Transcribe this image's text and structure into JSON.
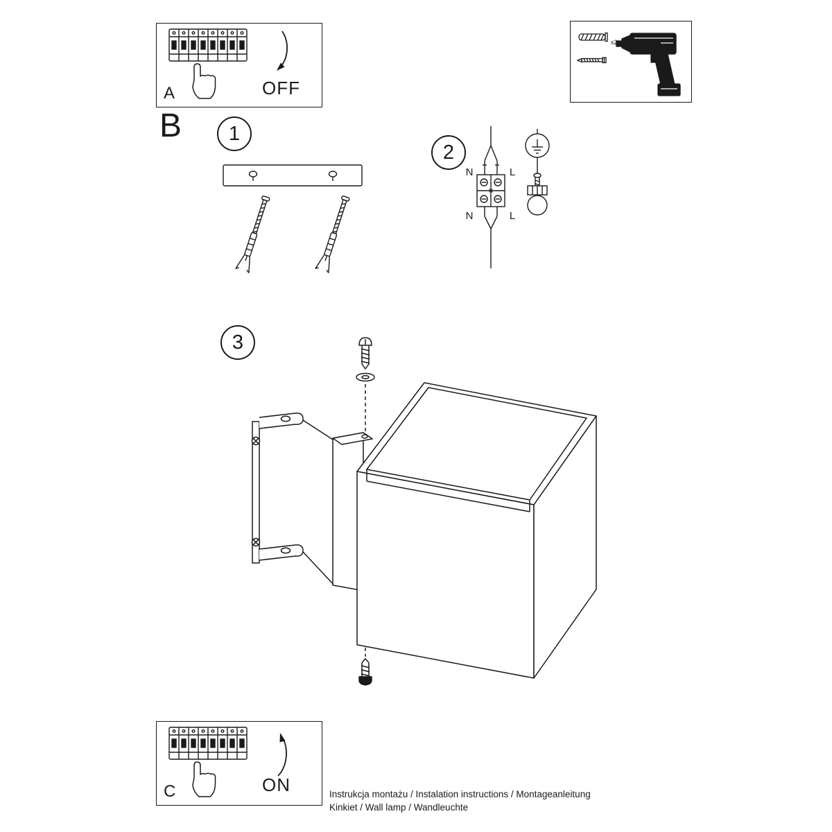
{
  "document": {
    "footer_line1": "Instrukcja montażu / Instalation instructions / Montageanleitung",
    "footer_line2": "Kinkiet / Wall lamp / Wandleuchte"
  },
  "panel_a": {
    "label": "A",
    "state_label": "OFF"
  },
  "panel_c": {
    "label": "C",
    "state_label": "ON"
  },
  "section": {
    "label": "B"
  },
  "steps": {
    "one": "1",
    "two": "2",
    "three": "3"
  },
  "tools": {
    "anchor_count": "x2"
  },
  "wiring": {
    "n_top": "N",
    "l_top": "L",
    "n_bottom": "N",
    "l_bottom": "L"
  },
  "colors": {
    "ink": "#1a1a1a",
    "paper": "#ffffff"
  }
}
